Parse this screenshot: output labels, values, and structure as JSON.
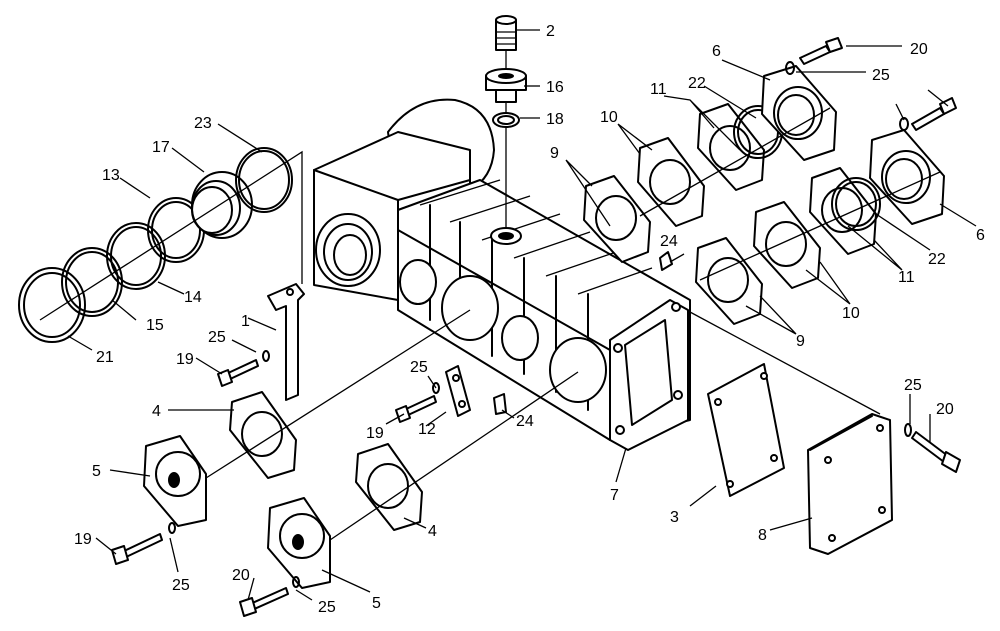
{
  "callouts": [
    {
      "id": "c1",
      "text": "1"
    },
    {
      "id": "c2",
      "text": "2"
    },
    {
      "id": "c3",
      "text": "3"
    },
    {
      "id": "c4a",
      "text": "4"
    },
    {
      "id": "c4b",
      "text": "4"
    },
    {
      "id": "c5a",
      "text": "5"
    },
    {
      "id": "c5b",
      "text": "5"
    },
    {
      "id": "c6a",
      "text": "6"
    },
    {
      "id": "c6b",
      "text": "6"
    },
    {
      "id": "c7",
      "text": "7"
    },
    {
      "id": "c8",
      "text": "8"
    },
    {
      "id": "c9a",
      "text": "9"
    },
    {
      "id": "c9b",
      "text": "9"
    },
    {
      "id": "c10a",
      "text": "10"
    },
    {
      "id": "c10b",
      "text": "10"
    },
    {
      "id": "c11a",
      "text": "11"
    },
    {
      "id": "c11b",
      "text": "11"
    },
    {
      "id": "c12",
      "text": "12"
    },
    {
      "id": "c13",
      "text": "13"
    },
    {
      "id": "c14",
      "text": "14"
    },
    {
      "id": "c15",
      "text": "15"
    },
    {
      "id": "c16",
      "text": "16"
    },
    {
      "id": "c17",
      "text": "17"
    },
    {
      "id": "c18",
      "text": "18"
    },
    {
      "id": "c19a",
      "text": "19"
    },
    {
      "id": "c19b",
      "text": "19"
    },
    {
      "id": "c19c",
      "text": "19"
    },
    {
      "id": "c20a",
      "text": "20"
    },
    {
      "id": "c20b",
      "text": "20"
    },
    {
      "id": "c20c",
      "text": "20"
    },
    {
      "id": "c21",
      "text": "21"
    },
    {
      "id": "c22a",
      "text": "22"
    },
    {
      "id": "c22b",
      "text": "22"
    },
    {
      "id": "c23",
      "text": "23"
    },
    {
      "id": "c24a",
      "text": "24"
    },
    {
      "id": "c24b",
      "text": "24"
    },
    {
      "id": "c25a",
      "text": "25"
    },
    {
      "id": "c25b",
      "text": "25"
    },
    {
      "id": "c25c",
      "text": "25"
    },
    {
      "id": "c25d",
      "text": "25"
    },
    {
      "id": "c25e",
      "text": "25"
    },
    {
      "id": "c25f",
      "text": "25"
    }
  ]
}
